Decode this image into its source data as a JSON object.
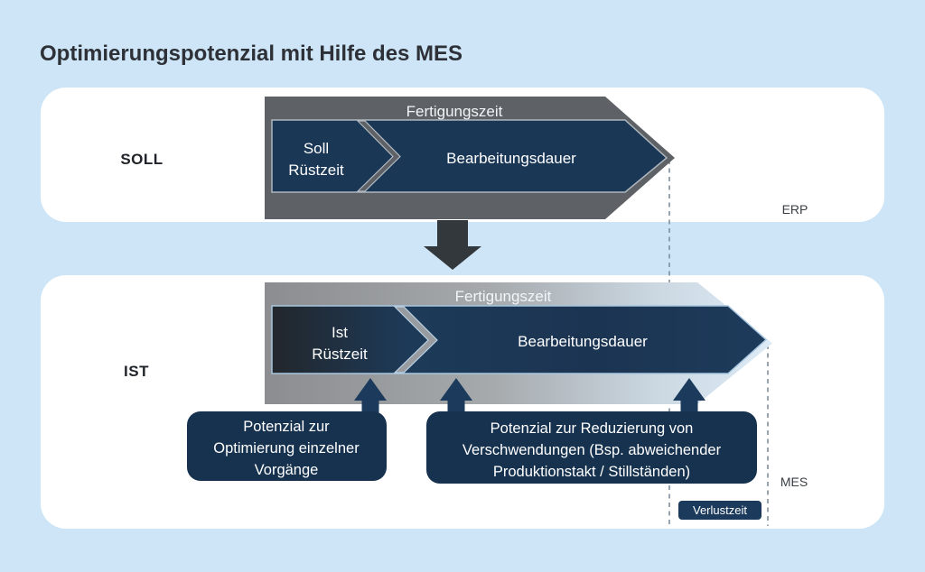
{
  "title": "Optimierungspotenzial mit Hilfe des MES",
  "soll": {
    "label": "SOLL",
    "system": "ERP",
    "fertigungszeit": "Fertigungszeit",
    "ruestzeit_line1": "Soll",
    "ruestzeit_line2": "Rüstzeit",
    "bearbeitungsdauer": "Bearbeitungsdauer"
  },
  "ist": {
    "label": "IST",
    "system": "MES",
    "fertigungszeit": "Fertigungszeit",
    "ruestzeit_line1": "Ist",
    "ruestzeit_line2": "Rüstzeit",
    "bearbeitungsdauer": "Bearbeitungsdauer",
    "verlustzeit": "Verlustzeit"
  },
  "annotations": {
    "potential1_line1": "Potenzial zur",
    "potential1_line2": "Optimierung einzelner",
    "potential1_line3": "Vorgänge",
    "potential2_line1": "Potenzial zur Reduzierung von",
    "potential2_line2": "Verschwendungen (Bsp. abweichender",
    "potential2_line3": "Produktionstakt / Stillständen)"
  },
  "colors": {
    "background": "#cde5f6",
    "panel": "#ffffff",
    "gray_arrow": "#5e6267",
    "navy_arrow": "#1a3756",
    "navy_box": "#16324f",
    "badge_navy": "#1b3a5c",
    "transition_arrow": "#33383d",
    "dash_line": "#7f8e9b"
  }
}
